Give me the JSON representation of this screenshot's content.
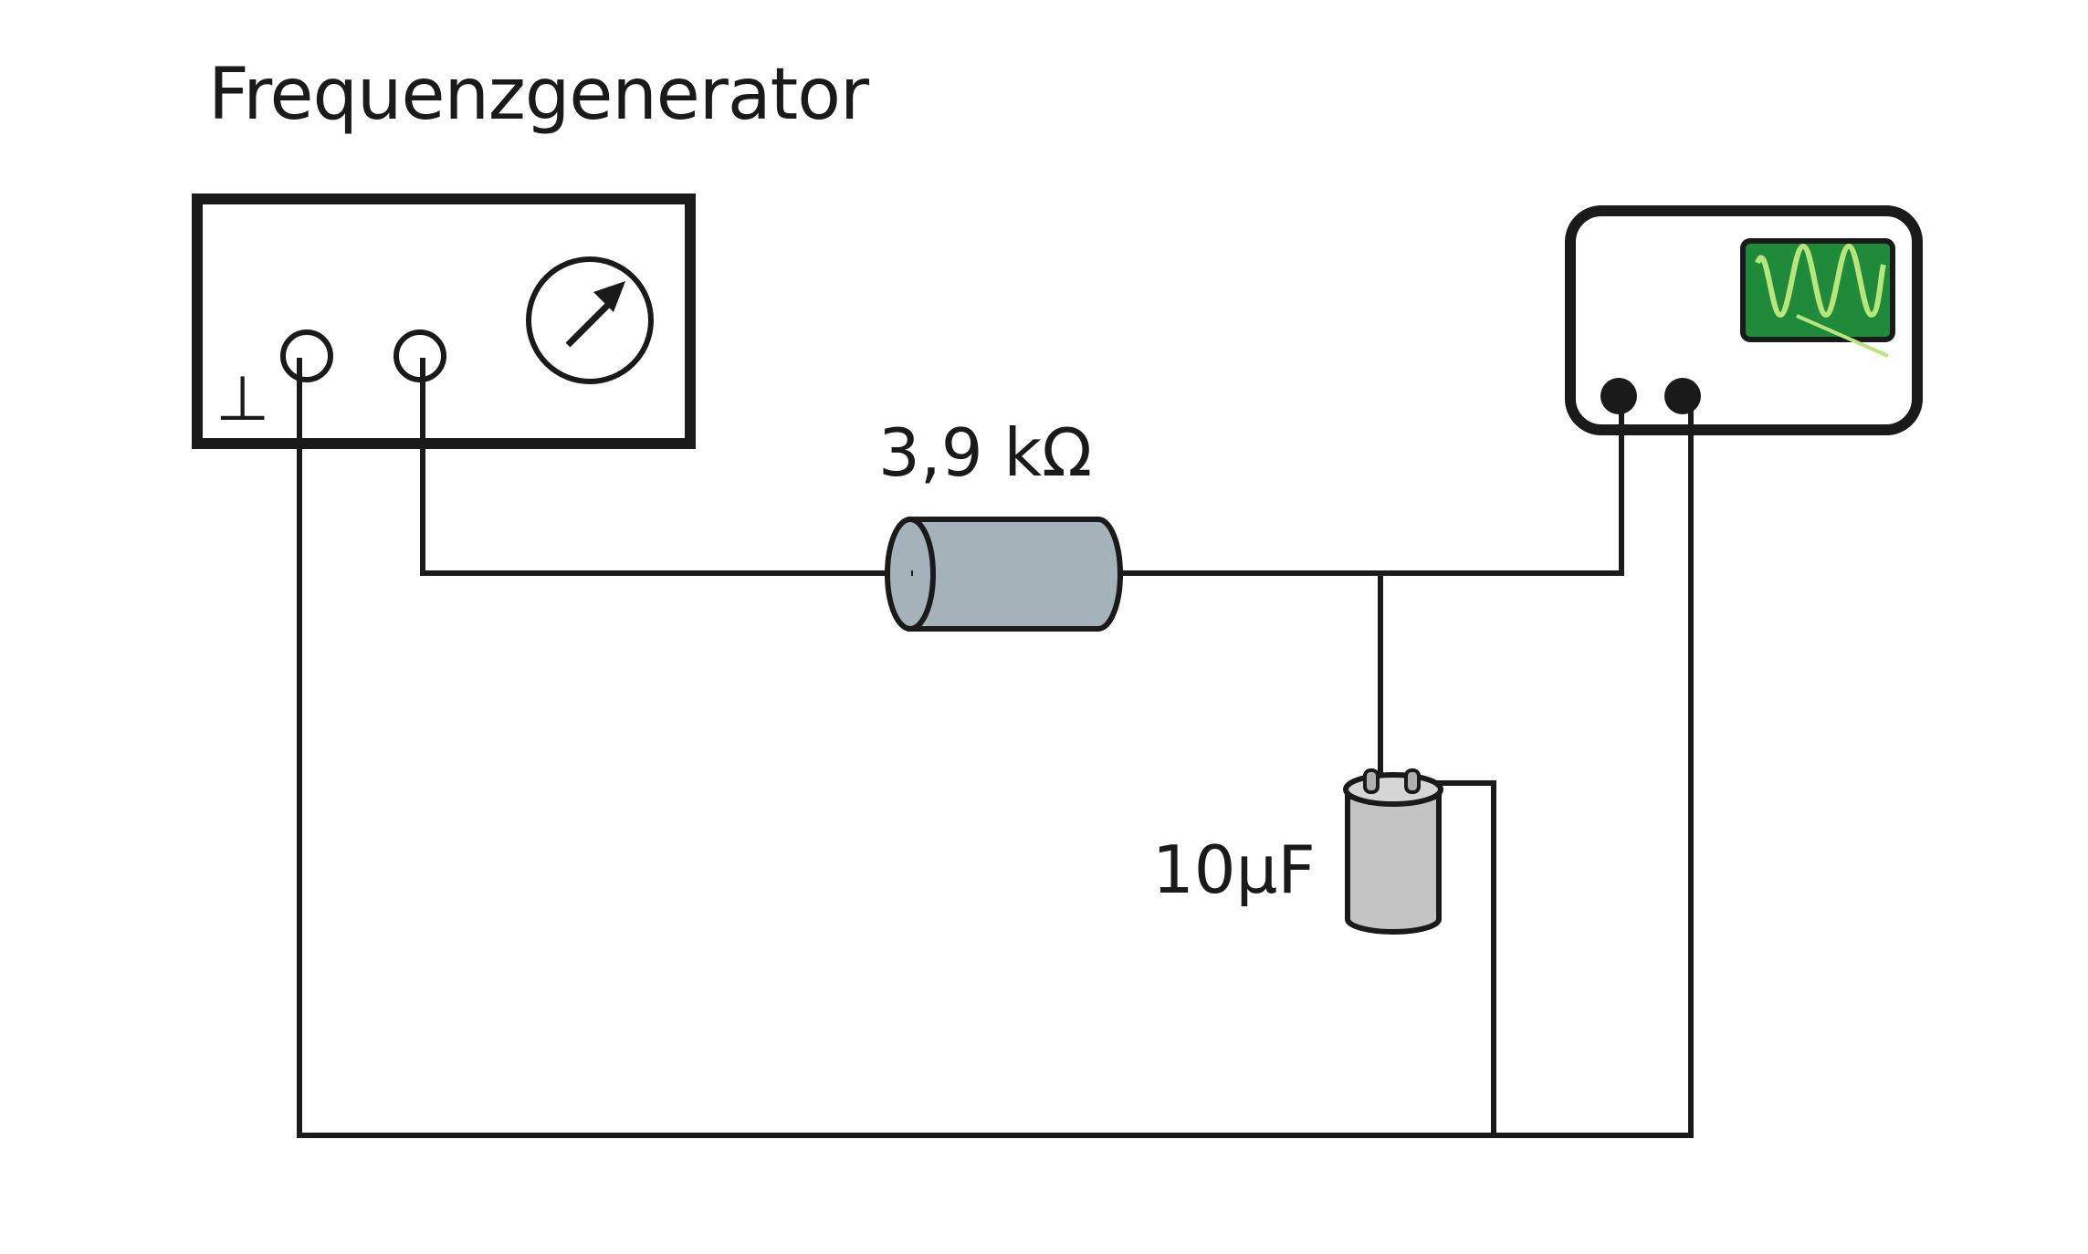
{
  "title": "Frequenzgenerator",
  "resistor_label": "3,9 kΩ",
  "capacitor_label": "10μF",
  "ground_symbol": "⊥",
  "icons": {
    "generator_meter": "analog-meter-icon",
    "scope_screen": "sine-wave-screen-icon"
  },
  "colors": {
    "wire": "#1a1a1a",
    "resistor_body": "#a4b3b9",
    "capacitor_body": "#c4c4c4",
    "scope_screen": "#1e8a3a",
    "scope_wave": "#b8e67c"
  }
}
